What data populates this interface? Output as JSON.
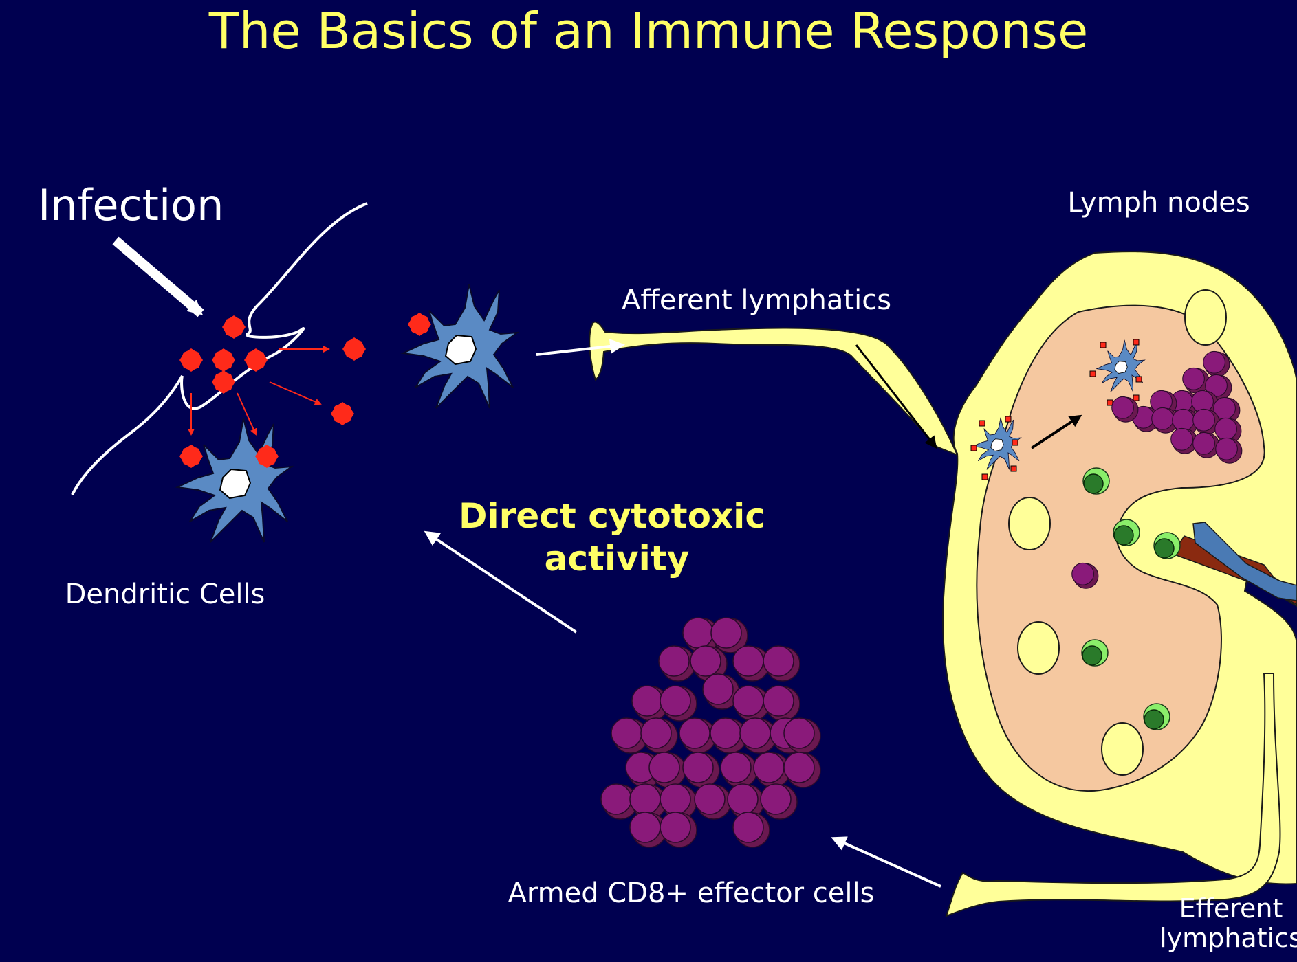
{
  "title": "The Basics of an Immune Response",
  "labels": {
    "infection": "Infection",
    "dendritic_cells": "Dendritic Cells",
    "afferent_lymphatics": "Afferent lymphatics",
    "lymph_nodes": "Lymph nodes",
    "direct_cytotoxic_line1": "Direct cytotoxic",
    "direct_cytotoxic_line2": "activity",
    "armed_cd8": "Armed CD8+ effector cells",
    "efferent_line1": "Efferent",
    "efferent_line2": "lymphatics"
  },
  "colors": {
    "background": "#000050",
    "title": "#ffff66",
    "label": "#ffffff",
    "emphasis": "#ffff66",
    "lymph_vessel": "#ffff99",
    "node_cortex": "#f5c8a0",
    "dendritic_cell": "#5a8ac4",
    "pathogen": "#ff2a1a",
    "effector_cell": "#8a1a7a",
    "naive_cell": "#2a7a2a",
    "artery": "#8a2a10",
    "vein": "#4a7ab4"
  }
}
